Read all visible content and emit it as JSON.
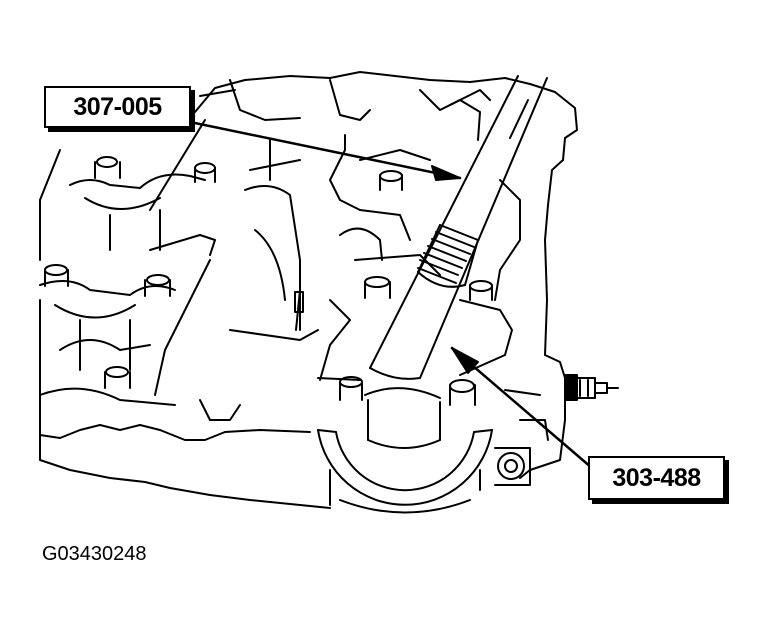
{
  "figure": {
    "callouts": [
      {
        "id": "a",
        "label": "307-005"
      },
      {
        "id": "b",
        "label": "303-488"
      }
    ],
    "figure_id": "G03430248"
  },
  "colors": {
    "line": "#000000",
    "background": "#ffffff"
  }
}
